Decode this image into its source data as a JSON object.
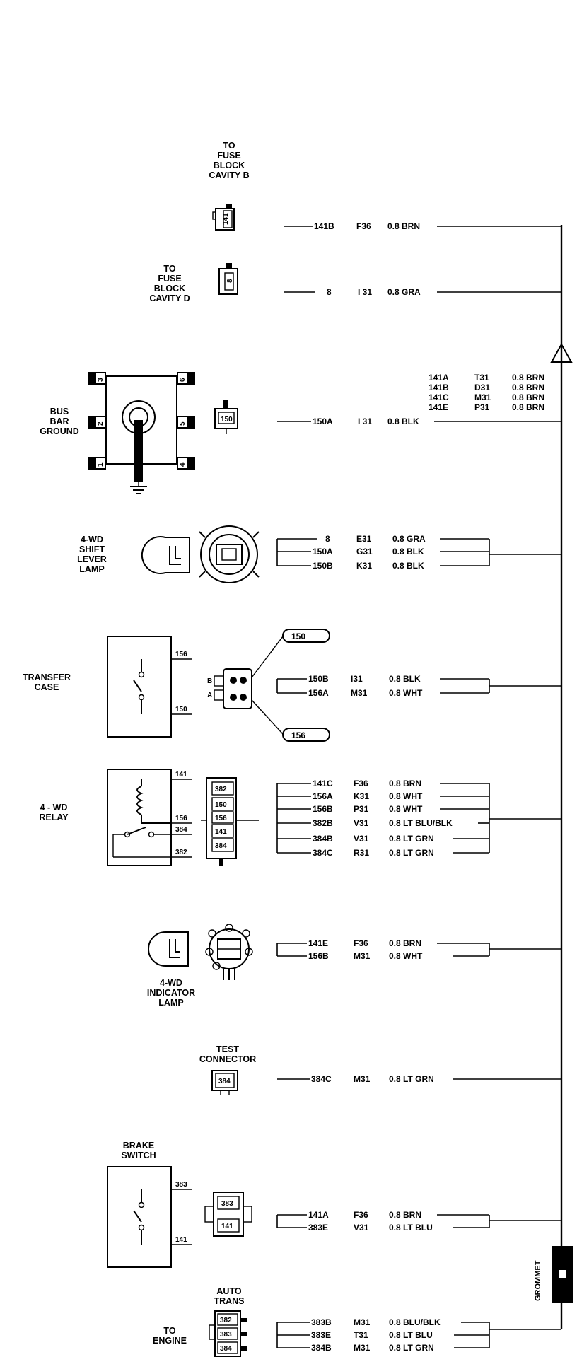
{
  "components": {
    "fuse_b": [
      "TO",
      "FUSE",
      "BLOCK",
      "CAVITY B"
    ],
    "fuse_d": [
      "TO",
      "FUSE",
      "BLOCK",
      "CAVITY D"
    ],
    "bus_bar": [
      "BUS",
      "BAR",
      "GROUND"
    ],
    "shift_lamp": [
      "4-WD",
      "SHIFT",
      "LEVER",
      "LAMP"
    ],
    "transfer_case": [
      "TRANSFER",
      "CASE"
    ],
    "relay": [
      "4 - WD",
      "RELAY"
    ],
    "indicator": [
      "4-WD",
      "INDICATOR",
      "LAMP"
    ],
    "test_connector": [
      "TEST",
      "CONNECTOR"
    ],
    "brake_switch": [
      "BRAKE",
      "SWITCH"
    ],
    "auto_trans": [
      "AUTO",
      "TRANS"
    ],
    "to_engine": [
      "TO",
      "ENGINE"
    ],
    "grommet": "GROMMET"
  },
  "pins": {
    "fuse_b_pin": "141",
    "fuse_d_pin": "8",
    "bus_conn_pin": "150",
    "bus_bar_pins": [
      "3",
      "2",
      "1",
      "6",
      "5",
      "4"
    ],
    "tc_pin_top": "156",
    "tc_pin_bottom": "150",
    "tc_conn_a": "A",
    "tc_conn_b": "B",
    "tc_tag_top": "150",
    "tc_tag_bottom": "156",
    "relay_pins": [
      "141",
      "156",
      "384",
      "382"
    ],
    "relay_conn": [
      "382",
      "150",
      "156",
      "141",
      "384"
    ],
    "test_conn_pin": "384",
    "brake_pin_top": "383",
    "brake_pin_bottom": "141",
    "brake_conn": [
      "383",
      "141"
    ],
    "auto_trans_conn": [
      "382",
      "383",
      "384"
    ]
  },
  "wires": {
    "w1": {
      "circuit": "141B",
      "loc": "F36",
      "spec": "0.8 BRN"
    },
    "w2": {
      "circuit": "8",
      "loc": "I 31",
      "spec": "0.8 GRA"
    },
    "w3": {
      "circuit": "150A",
      "loc": "I 31",
      "spec": "0.8 BLK"
    },
    "splice": [
      {
        "circuit": "141A",
        "loc": "T31",
        "spec": "0.8 BRN"
      },
      {
        "circuit": "141B",
        "loc": "D31",
        "spec": "0.8 BRN"
      },
      {
        "circuit": "141C",
        "loc": "M31",
        "spec": "0.8 BRN"
      },
      {
        "circuit": "141E",
        "loc": "P31",
        "spec": "0.8 BRN"
      }
    ],
    "shift": [
      {
        "circuit": "8",
        "loc": "E31",
        "spec": "0.8 GRA"
      },
      {
        "circuit": "150A",
        "loc": "G31",
        "spec": "0.8 BLK"
      },
      {
        "circuit": "150B",
        "loc": "K31",
        "spec": "0.8 BLK"
      }
    ],
    "transfer": [
      {
        "circuit": "150B",
        "loc": "I31",
        "spec": "0.8 BLK"
      },
      {
        "circuit": "156A",
        "loc": "M31",
        "spec": "0.8 WHT"
      }
    ],
    "relay": [
      {
        "circuit": "141C",
        "loc": "F36",
        "spec": "0.8 BRN"
      },
      {
        "circuit": "156A",
        "loc": "K31",
        "spec": "0.8 WHT"
      },
      {
        "circuit": "156B",
        "loc": "P31",
        "spec": "0.8 WHT"
      },
      {
        "circuit": "382B",
        "loc": "V31",
        "spec": "0.8 LT BLU/BLK"
      },
      {
        "circuit": "384B",
        "loc": "V31",
        "spec": "0.8 LT GRN"
      },
      {
        "circuit": "384C",
        "loc": "R31",
        "spec": "0.8 LT GRN"
      }
    ],
    "indicator": [
      {
        "circuit": "141E",
        "loc": "F36",
        "spec": "0.8 BRN"
      },
      {
        "circuit": "156B",
        "loc": "M31",
        "spec": "0.8 WHT"
      }
    ],
    "test": {
      "circuit": "384C",
      "loc": "M31",
      "spec": "0.8 LT GRN"
    },
    "brake": [
      {
        "circuit": "141A",
        "loc": "F36",
        "spec": "0.8 BRN"
      },
      {
        "circuit": "383E",
        "loc": "V31",
        "spec": "0.8 LT BLU"
      }
    ],
    "engine": [
      {
        "circuit": "383B",
        "loc": "M31",
        "spec": "0.8 BLU/BLK"
      },
      {
        "circuit": "383E",
        "loc": "T31",
        "spec": "0.8 LT BLU"
      },
      {
        "circuit": "384B",
        "loc": "M31",
        "spec": "0.8 LT GRN"
      }
    ]
  }
}
